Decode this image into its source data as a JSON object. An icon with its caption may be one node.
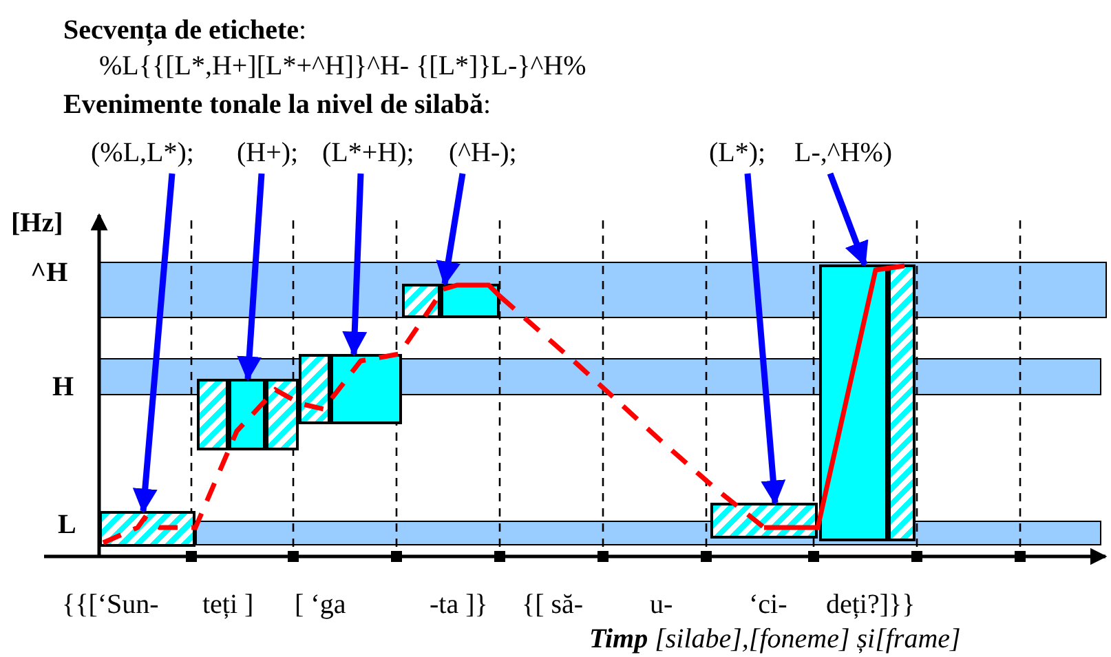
{
  "diagram": {
    "nodes": [
      {
        "text": [
          "(%L,L*);"
        ]
      },
      {
        "text": [
          "(H+);"
        ]
      },
      {
        "text": [
          "(L*+H);"
        ]
      },
      {
        "text": [
          "(^H-);"
        ]
      },
      {
        "text": [
          "(L*);"
        ]
      },
      {
        "text": [
          "L-,^H%)"
        ]
      },
      {
        "text": [],
        "shape": "box"
      },
      {
        "text": [],
        "shape": "box"
      },
      {
        "text": [],
        "shape": "box"
      },
      {
        "text": [],
        "shape": "box"
      },
      {
        "text": [],
        "shape": "box"
      },
      {
        "text": [],
        "shape": "box"
      },
      {
        "text": [],
        "shape": "box"
      },
      {
        "text": [],
        "shape": "box"
      },
      {
        "text": [],
        "shape": "box"
      },
      {
        "text": [],
        "shape": "box"
      },
      {
        "text": [],
        "shape": "box"
      }
    ],
    "edges": [
      {
        "from": 0,
        "to": 6,
        "arrow": "to"
      },
      {
        "from": 1,
        "to": 7,
        "arrow": "to"
      },
      {
        "from": 2,
        "to": 8,
        "arrow": "to"
      },
      {
        "from": 3,
        "to": 9,
        "arrow": "to"
      },
      {
        "from": 4,
        "to": 10,
        "arrow": "to"
      },
      {
        "from": 5,
        "to": 11,
        "arrow": "to"
      }
    ],
    "labels": [
      "**Secvența de etichete**:",
      "%L{{[L*,H+][L*+^H]}^H- {[L*]}L-}^H%",
      "**Evenimente tonale la nivel de silabă**:",
      "[Hz]",
      "^H",
      "H",
      "L",
      "{{[‘Sun-",
      "teți ]",
      "[ ‘ga",
      "-ta ]}",
      "{[ să-",
      "u-",
      "‘ci-",
      "deți?]}}",
      "**Timp** [silabe],[foneme] și[frame]"
    ]
  }
}
